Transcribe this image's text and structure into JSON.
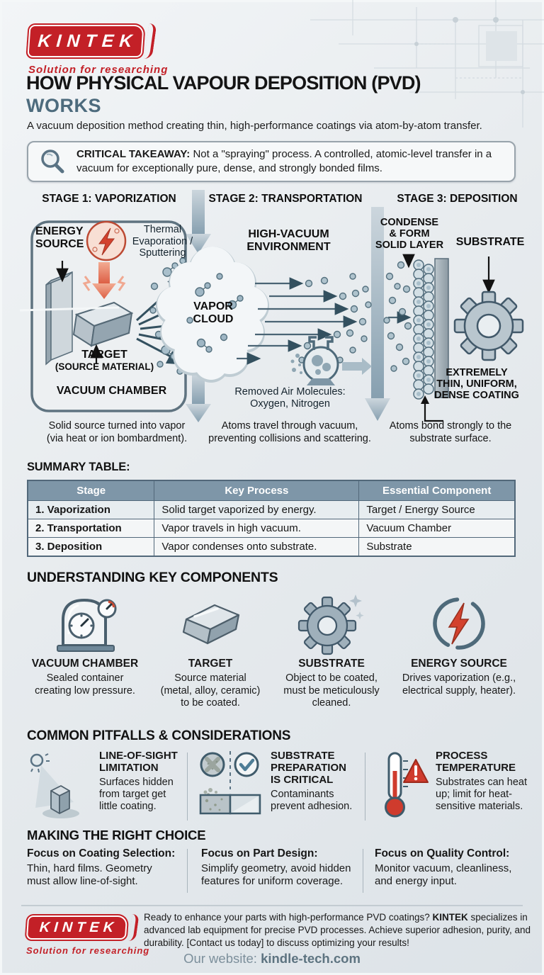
{
  "brand": {
    "logo_text": "KINTEK",
    "tagline": "Solution for researching",
    "brand_red": "#c32027"
  },
  "header": {
    "title_line1": "HOW PHYSICAL VAPOUR DEPOSITION (PVD)",
    "title_line2": "WORKS",
    "subtitle": "A vacuum deposition method creating thin, high-performance coatings via atom-by-atom transfer."
  },
  "takeaway": {
    "icon": "magnifier-icon",
    "label": "CRITICAL TAKEAWAY:",
    "text": " Not a \"spraying\" process. A controlled, atomic-level transfer in a vacuum for exceptionally pure, dense, and strongly bonded films."
  },
  "stages": {
    "stage1": {
      "header": "STAGE 1: VAPORIZATION",
      "energy_source": "ENERGY\nSOURCE",
      "method": "Thermal\nEvaporation /\nSputtering",
      "target": "TARGET",
      "target_sub": "(SOURCE MATERIAL)",
      "chamber": "VACUUM CHAMBER",
      "caption": "Solid source turned into vapor\n(via heat or ion bombardment)."
    },
    "stage2": {
      "header": "STAGE 2: TRANSPORTATION",
      "environment": "HIGH-VACUUM\nENVIRONMENT",
      "vapor_cloud": "VAPOR\nCLOUD",
      "removed": "Removed Air Molecules:\nOxygen, Nitrogen",
      "caption": "Atoms travel through vacuum,\npreventing collisions and scattering."
    },
    "stage3": {
      "header": "STAGE 3: DEPOSITION",
      "condense": "CONDENSE\n& FORM\nSOLID LAYER",
      "substrate": "SUBSTRATE",
      "coating": "EXTREMELY\nTHIN, UNIFORM,\nDENSE COATING",
      "caption": "Atoms bond strongly to the\nsubstrate surface."
    }
  },
  "summary_table": {
    "title": "SUMMARY TABLE:",
    "headers": [
      "Stage",
      "Key Process",
      "Essential Component"
    ],
    "rows": [
      [
        "1. Vaporization",
        "Solid target vaporized by energy.",
        "Target / Energy Source"
      ],
      [
        "2. Transportation",
        "Vapor travels in high vacuum.",
        "Vacuum Chamber"
      ],
      [
        "3. Deposition",
        "Vapor condenses onto substrate.",
        "Substrate"
      ]
    ]
  },
  "components": {
    "title": "UNDERSTANDING KEY COMPONENTS",
    "items": [
      {
        "icon": "vacuum-chamber-icon",
        "name": "VACUUM CHAMBER",
        "desc": "Sealed container\ncreating low pressure."
      },
      {
        "icon": "target-ingot-icon",
        "name": "TARGET",
        "desc": "Source material\n(metal, alloy, ceramic)\nto be coated."
      },
      {
        "icon": "substrate-gear-icon",
        "name": "SUBSTRATE",
        "desc": "Object to be coated,\nmust be meticulously\ncleaned."
      },
      {
        "icon": "energy-bolt-icon",
        "name": "ENERGY SOURCE",
        "desc": "Drives vaporization (e.g.,\nelectrical supply, heater)."
      }
    ]
  },
  "pitfalls": {
    "title": "COMMON PITFALLS & CONSIDERATIONS",
    "items": [
      {
        "icon": "line-of-sight-icon",
        "name": "LINE-OF-SIGHT\nLIMITATION",
        "desc": "Surfaces hidden\nfrom target get\nlittle coating."
      },
      {
        "icon": "substrate-prep-icon",
        "name": "SUBSTRATE\nPREPARATION\nIS CRITICAL",
        "desc": "Contaminants\nprevent adhesion."
      },
      {
        "icon": "process-temperature-icon",
        "name": "PROCESS\nTEMPERATURE",
        "desc": "Substrates can heat\nup; limit for heat-\nsensitive materials."
      }
    ]
  },
  "choices": {
    "title": "MAKING THE RIGHT CHOICE",
    "items": [
      {
        "name": "Focus on Coating Selection:",
        "desc": "Thin, hard films. Geometry\nmust allow line-of-sight."
      },
      {
        "name": "Focus on Part Design:",
        "desc": "Simplify geometry, avoid hidden\nfeatures for uniform coverage."
      },
      {
        "name": "Focus on Quality Control:",
        "desc": "Monitor vacuum, cleanliness,\nand energy input."
      }
    ]
  },
  "footer": {
    "text_part1": "Ready to enhance your parts with high-performance PVD coatings? ",
    "text_bold": "KINTEK",
    "text_part2": " specializes in advanced lab equipment for precise PVD processes. Achieve superior adhesion, purity, and durability. ",
    "text_cta": "[Contact us today]",
    "text_part3": " to discuss optimizing your results!",
    "website_label": "Our website: ",
    "website": "kindle-tech.com"
  },
  "colors": {
    "brand_red": "#c32027",
    "energy_red": "#d3422e",
    "slate_heading": "#4d6b7d",
    "table_header": "#7e96a8",
    "arrow_steel": "#8aa3b3",
    "background": "#e7ebee"
  }
}
